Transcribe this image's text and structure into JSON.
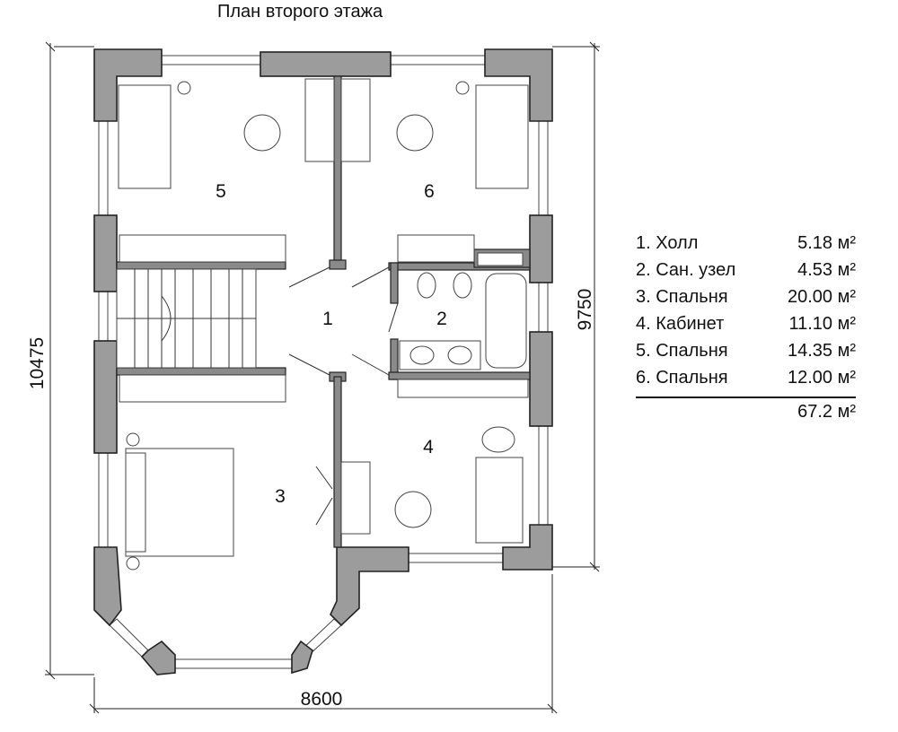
{
  "title": "План второго этажа",
  "dimensions": {
    "top_width": "8600",
    "left_height": "10475",
    "right_height": "9750"
  },
  "rooms": [
    {
      "number": "1",
      "name": "Холл",
      "area": "5.18 м²"
    },
    {
      "number": "2",
      "name": "Сан. узел",
      "area": "4.53 м²"
    },
    {
      "number": "3",
      "name": "Спальня",
      "area": "20.00 м²"
    },
    {
      "number": "4",
      "name": "Кабинет",
      "area": "11.10 м²"
    },
    {
      "number": "5",
      "name": "Спальня",
      "area": "14.35 м²"
    },
    {
      "number": "6",
      "name": "Спальня",
      "area": "12.00 м²"
    }
  ],
  "legend": {
    "rows": [
      "1. Холл",
      "2. Сан. узел",
      "3. Спальня",
      "4. Кабинет",
      "5. Спальня",
      "6. Спальня"
    ],
    "total": "67.2 м²"
  }
}
